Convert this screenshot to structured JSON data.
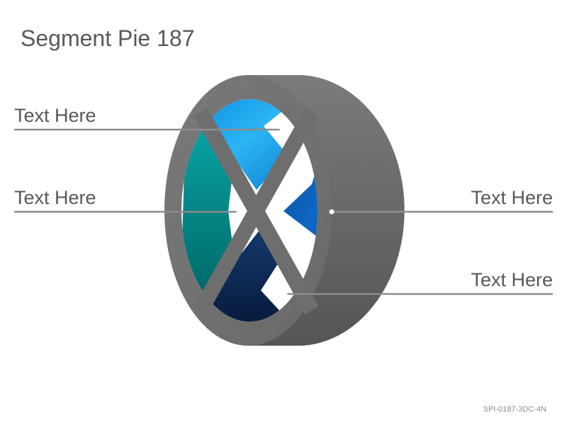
{
  "title": "Segment Pie 187",
  "labels": {
    "top_left": "Text Here",
    "middle_left": "Text Here",
    "middle_right": "Text Here",
    "bottom_right": "Text Here"
  },
  "footer_code": "SPI-0187-3DC-4N",
  "colors": {
    "ring_gray": "#6e6e6e",
    "segment_top": "#1aa0e8",
    "segment_left": "#008b8b",
    "segment_right": "#0a5bb0",
    "segment_bottom": "#0b2f62",
    "leader_line": "#8c8c8c",
    "text": "#595959"
  }
}
